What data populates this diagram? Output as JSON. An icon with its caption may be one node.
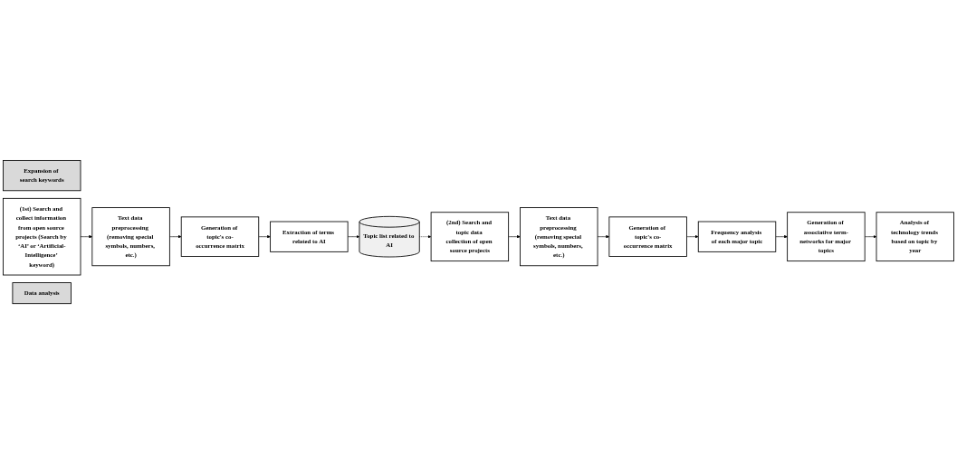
{
  "diagram": {
    "nodes": [
      {
        "text": [
          "Expansion of search keywords"
        ]
      },
      {
        "text": [
          "(1st) Search and collect information from open source projects (Search by ‘AI’ or ‘Artificial-Intelligence’ keyword)"
        ]
      },
      {
        "text": [
          "Text data preprocessing (removing special symbols, numbers, etc.)"
        ]
      },
      {
        "text": [
          "Generation of topic's co-occurrence matrix"
        ]
      },
      {
        "text": [
          "Extraction of terms related to AI"
        ]
      },
      {
        "text": [
          "Topic list related to AI"
        ]
      },
      {
        "text": [
          "(2nd) Search and topic data collection of open source projects"
        ]
      },
      {
        "text": [
          "Text data preprocessing (removing special symbols, numbers, etc.)"
        ]
      },
      {
        "text": [
          "Generation of topic's co-occurrence matrix"
        ]
      },
      {
        "text": [
          "Frequency analysis of each major topic"
        ]
      },
      {
        "text": [
          "Generation of associative term-networks for major topics"
        ]
      },
      {
        "text": [
          "Analysis of technology trends based on topic by year"
        ]
      },
      {
        "text": [
          "Data analysis"
        ]
      }
    ],
    "edges": [
      {
        "from": 1,
        "to": 2,
        "arrow": "to"
      },
      {
        "from": 2,
        "to": 3,
        "arrow": "to"
      },
      {
        "from": 3,
        "to": 4,
        "arrow": "to"
      },
      {
        "from": 4,
        "to": 5,
        "arrow": "to"
      },
      {
        "from": 5,
        "to": 6,
        "arrow": "to",
        "style": "dashed"
      },
      {
        "from": 6,
        "to": 7,
        "arrow": "to"
      },
      {
        "from": 7,
        "to": 8,
        "arrow": "to"
      },
      {
        "from": 8,
        "to": 9,
        "arrow": "to"
      },
      {
        "from": 9,
        "to": 10,
        "arrow": "to"
      },
      {
        "from": 10,
        "to": 11,
        "arrow": "to"
      }
    ]
  }
}
